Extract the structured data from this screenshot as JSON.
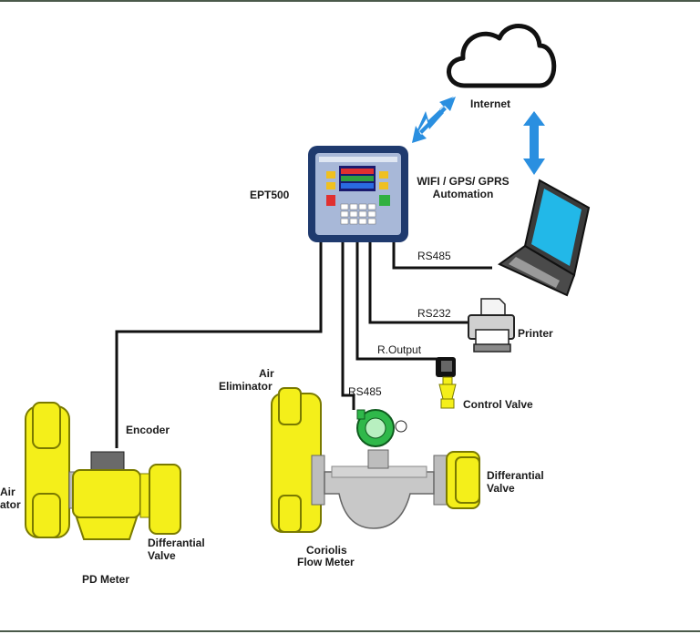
{
  "labels": {
    "internet": "Internet",
    "wifi_line1": "WIFI / GPS/ GPRS",
    "wifi_line2": "Automation",
    "controller": "EPT500",
    "rs485_top": "RS485",
    "rs232": "RS232",
    "printer": "Printer",
    "r_output": "R.Output",
    "control_valve": "Control Valve",
    "rs485_meter": "RS485",
    "air_eliminator_1": "Air",
    "air_eliminator_2": "Eliminator",
    "encoder": "Encoder",
    "left_air": "Air",
    "left_eliminator": "ator",
    "diff_valve_right_1": "Differantial",
    "diff_valve_right_2": "Valve",
    "diff_valve_left_1": "Differantial",
    "diff_valve_left_2": "Valve",
    "coriolis_1": "Coriolis",
    "coriolis_2": "Flow Meter",
    "pd_meter": "PD Meter"
  },
  "colors": {
    "cable": "#111111",
    "arrow_blue": "#2a8fe0",
    "controller_body": "#1f3a6e",
    "meter_yellow": "#f4ef1a",
    "meter_outline": "#7a7a00",
    "coriolis_body": "#c8c8c8",
    "transmitter_green": "#2fb84a",
    "laptop_screen": "#22b8e8"
  },
  "icons": [
    "cloud-icon",
    "laptop-icon",
    "printer-icon",
    "controller-device",
    "solenoid-valve-icon"
  ]
}
